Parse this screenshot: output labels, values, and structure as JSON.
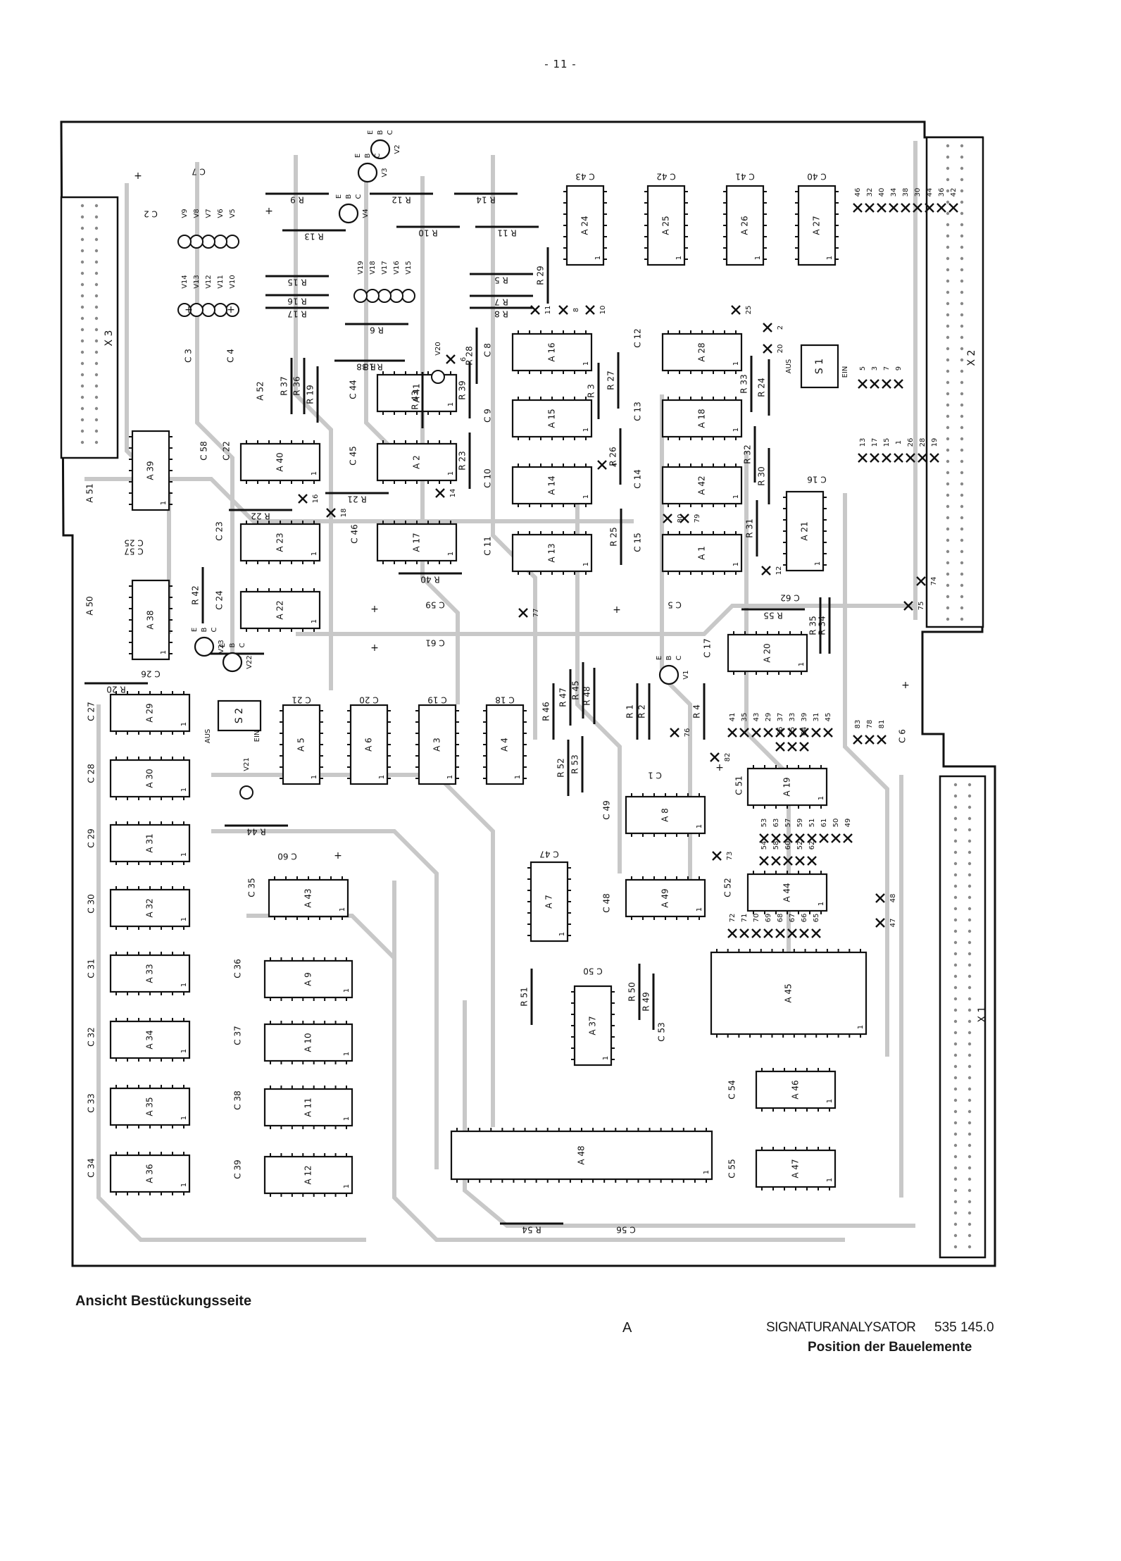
{
  "page": {
    "number": "- 11 -"
  },
  "diagram": {
    "chips": [
      "A 1",
      "A 2",
      "A 3",
      "A 4",
      "A 5",
      "A 6",
      "A 7",
      "A 8",
      "A 9",
      "A 10",
      "A 11",
      "A 12",
      "A 13",
      "A 14",
      "A 15",
      "A 16",
      "A 17",
      "A 18",
      "A 19",
      "A 20",
      "A 21",
      "A 22",
      "A 23",
      "A 24",
      "A 25",
      "A 26",
      "A 27",
      "A 28",
      "A 29",
      "A 30",
      "A 31",
      "A 32",
      "A 33",
      "A 34",
      "A 35",
      "A 36",
      "A 37",
      "A 38",
      "A 39",
      "A 40",
      "A 41",
      "A 42",
      "A 43",
      "A 44",
      "A 45",
      "A 46",
      "A 47",
      "A 48",
      "A 49",
      "A 50",
      "A 51",
      "A 52"
    ],
    "connectors": [
      "X 1",
      "X 2",
      "X 3"
    ],
    "switches": [
      "S 1",
      "S 2"
    ],
    "switch_states": [
      "AUS",
      "EIN"
    ],
    "capacitors": [
      "C 1",
      "C 2",
      "C 3",
      "C 4",
      "C 5",
      "C 6",
      "C 7",
      "C 8",
      "C 9",
      "C 10",
      "C 11",
      "C 12",
      "C 13",
      "C 14",
      "C 15",
      "C 16",
      "C 17",
      "C 18",
      "C 19",
      "C 20",
      "C 21",
      "C 22",
      "C 23",
      "C 24",
      "C 25",
      "C 26",
      "C 27",
      "C 28",
      "C 29",
      "C 30",
      "C 31",
      "C 32",
      "C 33",
      "C 34",
      "C 35",
      "C 36",
      "C 37",
      "C 38",
      "C 39",
      "C 40",
      "C 41",
      "C 42",
      "C 43",
      "C 44",
      "C 45",
      "C 46",
      "C 47",
      "C 48",
      "C 49",
      "C 50",
      "C 51",
      "C 52",
      "C 53",
      "C 54",
      "C 55",
      "C 56",
      "C 57",
      "C 58",
      "C 59",
      "C 60",
      "C 61",
      "C 62"
    ],
    "resistors": [
      "R 1",
      "R 2",
      "R 3",
      "R 4",
      "R 5",
      "R 6",
      "R 7",
      "R 8",
      "R 9",
      "R 10",
      "R 11",
      "R 12",
      "R 13",
      "R 14",
      "R 15",
      "R 16",
      "R 17",
      "R 18",
      "R 19",
      "R 20",
      "R 21",
      "R 22",
      "R 23",
      "R 24",
      "R 25",
      "R 26",
      "R 27",
      "R 28",
      "R 29",
      "R 30",
      "R 31",
      "R 32",
      "R 33",
      "R 34",
      "R 35",
      "R 36",
      "R 37",
      "R 38",
      "R 39",
      "R 40",
      "R 41",
      "R 42",
      "R 43",
      "R 44",
      "R 45",
      "R 46",
      "R 47",
      "R 48",
      "R 49",
      "R 50",
      "R 51",
      "R 52",
      "R 53",
      "R 54",
      "R 55"
    ],
    "diodes": [
      "V5",
      "V6",
      "V7",
      "V8",
      "V9",
      "V10",
      "V11",
      "V12",
      "V13",
      "V14",
      "V15",
      "V16",
      "V17",
      "V18",
      "V19",
      "V20",
      "V21"
    ],
    "transistors": [
      "V1",
      "V2",
      "V3",
      "V4",
      "V22",
      "V23"
    ],
    "pin_labels": [
      "E",
      "B",
      "C"
    ],
    "plus_sign": "+",
    "pin_one": "1",
    "test_points": [
      "41",
      "35",
      "43",
      "29",
      "37",
      "33",
      "39",
      "31",
      "45",
      "81",
      "56",
      "55",
      "64",
      "83",
      "78",
      "82",
      "76",
      "73",
      "53",
      "63",
      "57",
      "59",
      "51",
      "61",
      "50",
      "49",
      "54",
      "58",
      "60",
      "52",
      "62",
      "72",
      "71",
      "70",
      "69",
      "68",
      "67",
      "66",
      "65",
      "48",
      "47",
      "77",
      "74",
      "75",
      "25",
      "2",
      "20",
      "12",
      "80",
      "79",
      "16",
      "18",
      "14",
      "4",
      "6",
      "8",
      "10",
      "11",
      "46",
      "32",
      "40",
      "34",
      "38",
      "30",
      "44",
      "36",
      "42",
      "5",
      "3",
      "7",
      "9",
      "13",
      "17",
      "15",
      "1",
      "26",
      "28",
      "19"
    ]
  },
  "caption": {
    "view": "Ansicht Bestückungsseite",
    "sheet": "A",
    "title": "SIGNATURANALYSATOR",
    "number": "535 145.0",
    "subtitle": "Position der Bauelemente"
  }
}
